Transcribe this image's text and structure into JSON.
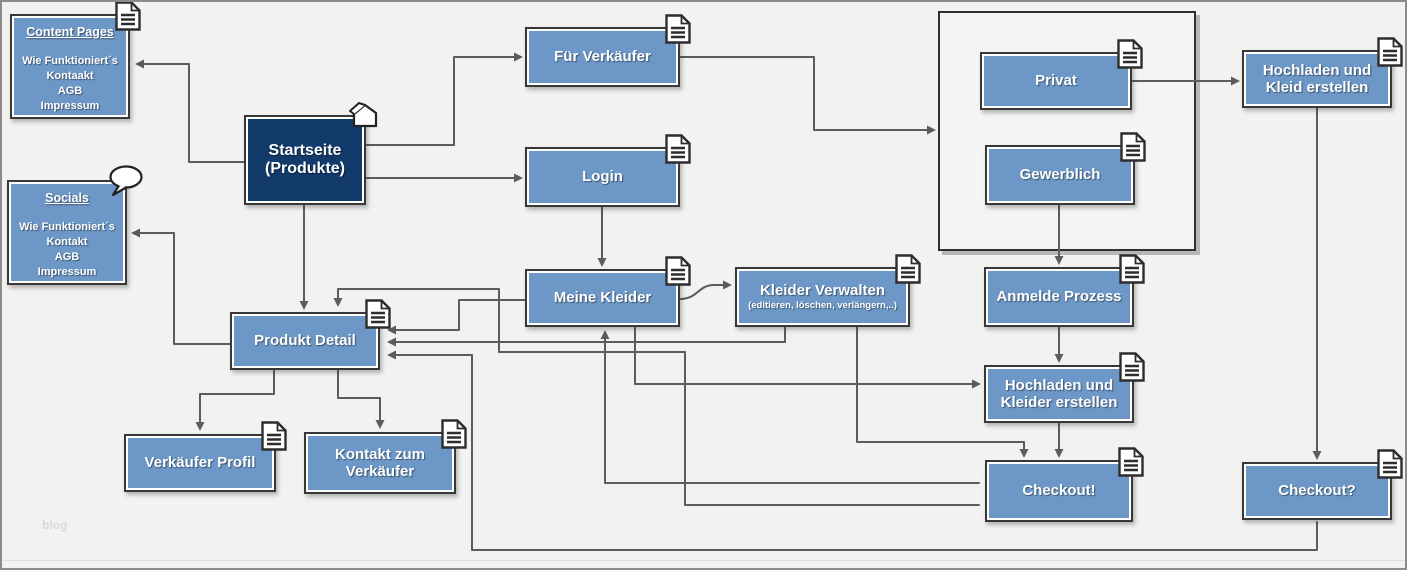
{
  "watermark": "blog",
  "colors": {
    "node_blue": "#6C97C6",
    "node_navy": "#123A6B",
    "node_border": "#383838",
    "connector": "#5C5C5C",
    "background": "#F2F2F1",
    "text": "#FFFFFF"
  },
  "nodes": {
    "content_pages": {
      "title": "Content Pages",
      "items": [
        "Wie Funktioniert´s",
        "Kontaakt",
        "AGB",
        "Impressum"
      ],
      "icon": "document-icon"
    },
    "socials": {
      "title": "Socials",
      "items": [
        "Wie Funktioniert´s",
        "Kontakt",
        "AGB",
        "Impressum"
      ],
      "icon": "speech-bubble-icon"
    },
    "startseite": {
      "label": "Startseite (Produkte)",
      "icon": "home-icon"
    },
    "fuer_verkaeufer": {
      "label": "Für Verkäufer",
      "icon": "document-icon"
    },
    "login": {
      "label": "Login",
      "icon": "document-icon"
    },
    "privat": {
      "label": "Privat",
      "icon": "document-icon"
    },
    "gewerblich": {
      "label": "Gewerblich",
      "icon": "document-icon"
    },
    "hochladen_kleid": {
      "label": "Hochladen und Kleid erstellen",
      "icon": "document-icon"
    },
    "anmelde_prozess": {
      "label": "Anmelde Prozess",
      "icon": "document-icon"
    },
    "meine_kleider": {
      "label": "Meine Kleider",
      "icon": "document-icon"
    },
    "kleider_verwalten": {
      "label": "Kleider Verwalten",
      "sublabel": "(editieren, löschen, verlängern,..)",
      "icon": "document-icon"
    },
    "produkt_detail": {
      "label": "Produkt Detail",
      "icon": "document-icon"
    },
    "hochladen_kleider": {
      "label": "Hochladen und Kleider erstellen",
      "icon": "document-icon"
    },
    "verkaeufer_profil": {
      "label": "Verkäufer Profil",
      "icon": "document-icon"
    },
    "kontakt_verkaeufer": {
      "label": "Kontakt zum Verkäufer",
      "icon": "document-icon"
    },
    "checkout_done": {
      "label": "Checkout!",
      "icon": "document-icon"
    },
    "checkout_question": {
      "label": "Checkout?",
      "icon": "document-icon"
    }
  }
}
